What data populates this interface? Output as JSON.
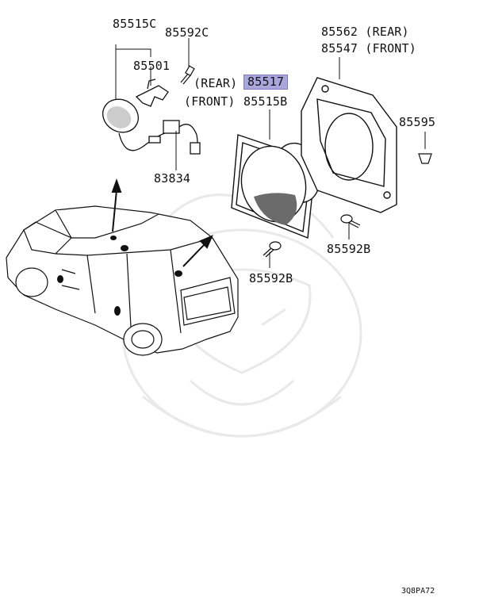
{
  "labels": {
    "p85515c": "85515C",
    "p85592c": "85592C",
    "p85501": "85501",
    "rear_tag": "(REAR)",
    "p85517": "85517",
    "front_tag": "(FRONT)",
    "p85515b": "85515B",
    "p85562": "85562 (REAR)",
    "p85547": "85547 (FRONT)",
    "p85595": "85595",
    "p83834": "83834",
    "p85592b_right": "85592B",
    "p85592b_left": "85592B"
  },
  "diagram_code": "3Q8PA72",
  "colors": {
    "highlight": "#a9a6de",
    "line": "#111111",
    "watermark": "#ececec"
  }
}
